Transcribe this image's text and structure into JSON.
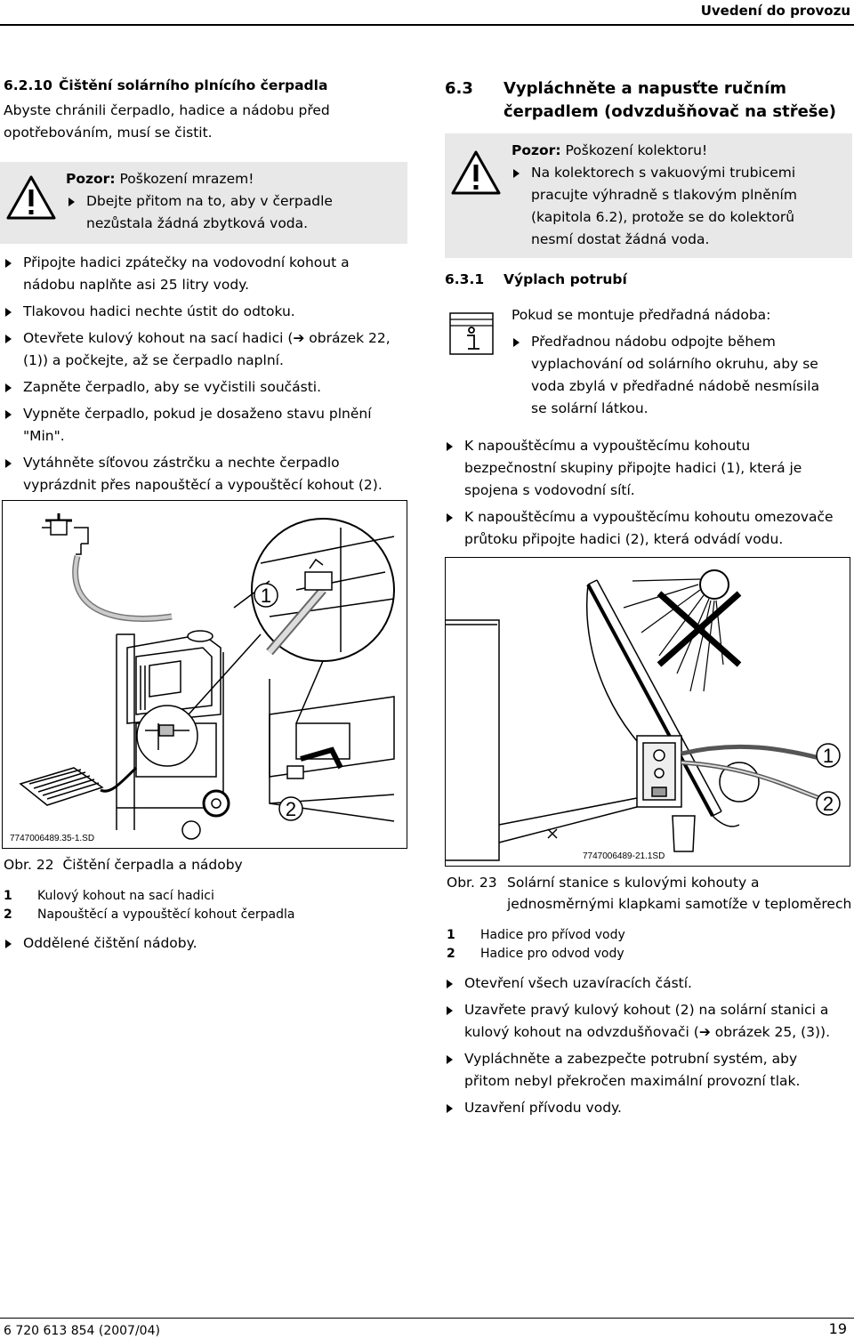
{
  "header": {
    "title": "Uvedení do provozu"
  },
  "left": {
    "section_num": "6.2.10",
    "section_title": "Čištění solárního plnícího čerpadla",
    "intro": [
      "Abyste chránili čerpadlo, hadice a nádobu před",
      "opotřebováním, musí se čistit."
    ],
    "warning": {
      "label": "Pozor:",
      "text": "Poškození mrazem!",
      "bullet": [
        "Dbejte přitom na to, aby v čerpadle",
        "nezůstala žádná zbytková voda."
      ]
    },
    "steps": [
      [
        "Připojte hadici zpátečky na vodovodní kohout a",
        "nádobu naplňte asi 25 litry vody."
      ],
      [
        "Tlakovou hadici nechte ústit do odtoku."
      ],
      [
        "Otevřete kulový kohout na sací hadici (➔ obrázek 22,",
        "(1)) a počkejte, až se čerpadlo naplní."
      ],
      [
        "Zapněte čerpadlo, aby se vyčistili součásti."
      ],
      [
        "Vypněte čerpadlo, pokud je dosaženo stavu plnění",
        "\"Min\"."
      ],
      [
        "Vytáhněte síťovou zástrčku a nechte čerpadlo",
        "vyprázdnit přes napouštěcí a vypouštěcí kohout (2)."
      ]
    ],
    "figure": {
      "code": "7747006489.35-1.SD",
      "callout1": "1",
      "callout2": "2"
    },
    "caption_prefix": "Obr. 22",
    "caption_text": "Čištění čerpadla a nádoby",
    "legend": [
      {
        "key": "1",
        "text": "Kulový kohout na sací hadici"
      },
      {
        "key": "2",
        "text": "Napouštěcí a vypouštěcí kohout čerpadla"
      }
    ],
    "final_step": "Oddělené čištění nádoby."
  },
  "right": {
    "section_num": "6.3",
    "section_title": [
      "Vypláchněte a napusťte ručním",
      "čerpadlem (odvzdušňovač na střeše)"
    ],
    "warning": {
      "label": "Pozor:",
      "text": "Poškození kolektoru!",
      "bullet": [
        "Na kolektorech s vakuovými trubicemi",
        "pracujte výhradně s tlakovým plněním",
        "(kapitola 6.2), protože se do kolektorů",
        "nesmí dostat žádná voda."
      ]
    },
    "subsection_num": "6.3.1",
    "subsection_title": "Výplach potrubí",
    "info": {
      "text": "Pokud se montuje předřadná nádoba:",
      "bullet": [
        "Předřadnou nádobu odpojte během",
        "vyplachování od solárního okruhu, aby se",
        "voda zbylá v předřadné nádobě nesmísila",
        "se solární látkou."
      ]
    },
    "steps_a": [
      [
        "K napouštěcímu a vypouštěcímu kohoutu",
        "bezpečnostní skupiny připojte hadici (1), která je",
        "spojena s vodovodní sítí."
      ],
      [
        "K napouštěcímu a vypouštěcímu kohoutu omezovače",
        "průtoku připojte hadici (2), která odvádí vodu."
      ]
    ],
    "figure": {
      "code": "7747006489-21.1SD",
      "callout1": "1",
      "callout2": "2"
    },
    "caption_prefix": "Obr. 23",
    "caption_text": [
      "Solární stanice s kulovými kohouty a",
      "jednosměrnými klapkami samotíže v teploměrech"
    ],
    "legend": [
      {
        "key": "1",
        "text": "Hadice pro přívod vody"
      },
      {
        "key": "2",
        "text": "Hadice pro odvod vody"
      }
    ],
    "steps_b": [
      [
        "Otevření všech uzavíracích částí."
      ],
      [
        "Uzavřete pravý kulový kohout (2) na solární stanici a",
        "kulový kohout na odvzdušňovači (➔ obrázek 25, (3))."
      ],
      [
        "Vypláchněte a zabezpečte potrubní systém, aby",
        "přitom nebyl překročen maximální provozní tlak."
      ],
      [
        "Uzavření přívodu vody."
      ]
    ]
  },
  "footer": {
    "doc": "6 720 613 854  (2007/04)",
    "page": "19"
  }
}
